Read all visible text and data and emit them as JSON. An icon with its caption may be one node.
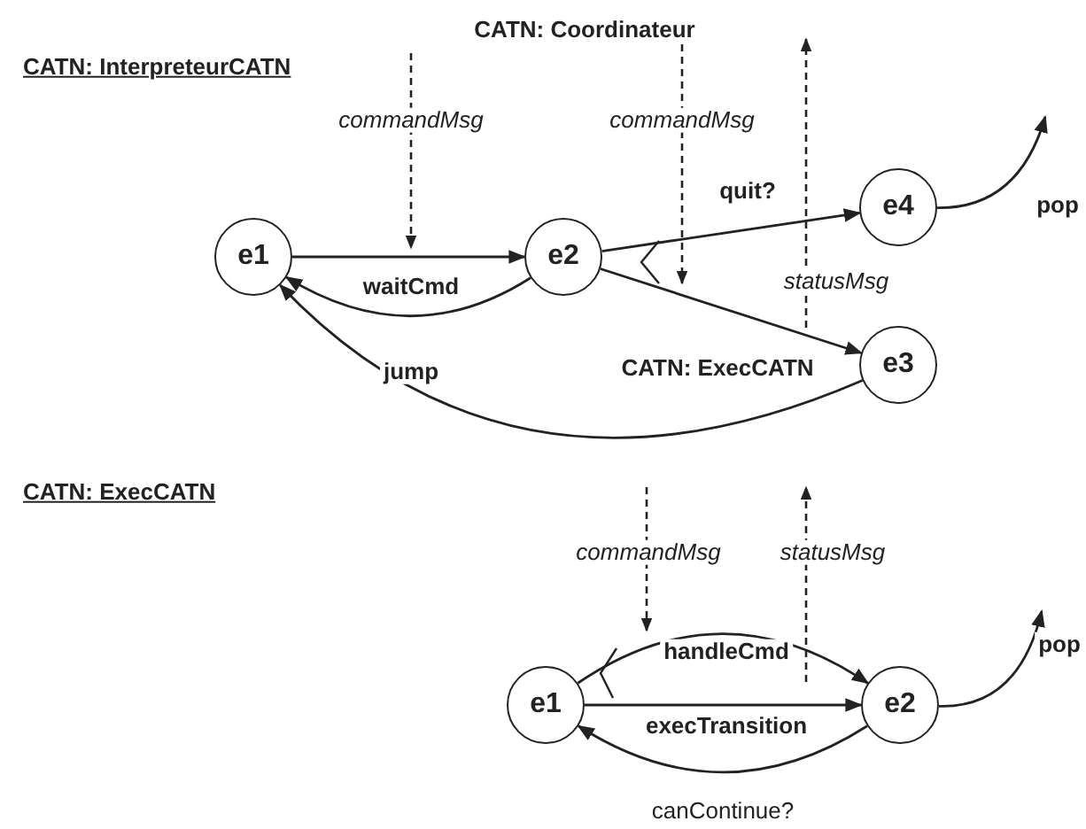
{
  "diagram": {
    "nodes": [
      {
        "text": [
          "e1"
        ]
      },
      {
        "text": [
          "e2"
        ]
      },
      {
        "text": [
          "e3"
        ]
      },
      {
        "text": [
          "e4"
        ]
      },
      {
        "text": [
          "e1"
        ]
      },
      {
        "text": [
          "e2"
        ]
      }
    ],
    "edges": [
      {
        "from": 0,
        "to": 1,
        "arrow": "to",
        "label": "waitCmd"
      },
      {
        "from": 1,
        "to": 0,
        "arrow": "to"
      },
      {
        "from": 2,
        "to": 0,
        "arrow": "to",
        "label": "jump"
      },
      {
        "from": 1,
        "to": 3,
        "arrow": "to",
        "label": "quit?"
      },
      {
        "from": 1,
        "to": 2,
        "arrow": "to",
        "label": "CATN: ExecCATN"
      },
      {
        "from": 3,
        "to": null,
        "arrow": "to",
        "label": "pop"
      },
      {
        "from": 4,
        "to": 5,
        "arrow": "to",
        "label": "handleCmd"
      },
      {
        "from": 4,
        "to": 5,
        "arrow": "to",
        "label": "execTransition"
      },
      {
        "from": 5,
        "to": 4,
        "arrow": "to",
        "label": "canContinue?"
      },
      {
        "from": 5,
        "to": null,
        "arrow": "to",
        "label": "pop"
      }
    ],
    "labels": [
      "CATN: Coordinateur",
      "CATN: InterpreteurCATN",
      "commandMsg",
      "commandMsg",
      "statusMsg",
      "CATN: ExecCATN",
      "commandMsg",
      "statusMsg"
    ]
  }
}
